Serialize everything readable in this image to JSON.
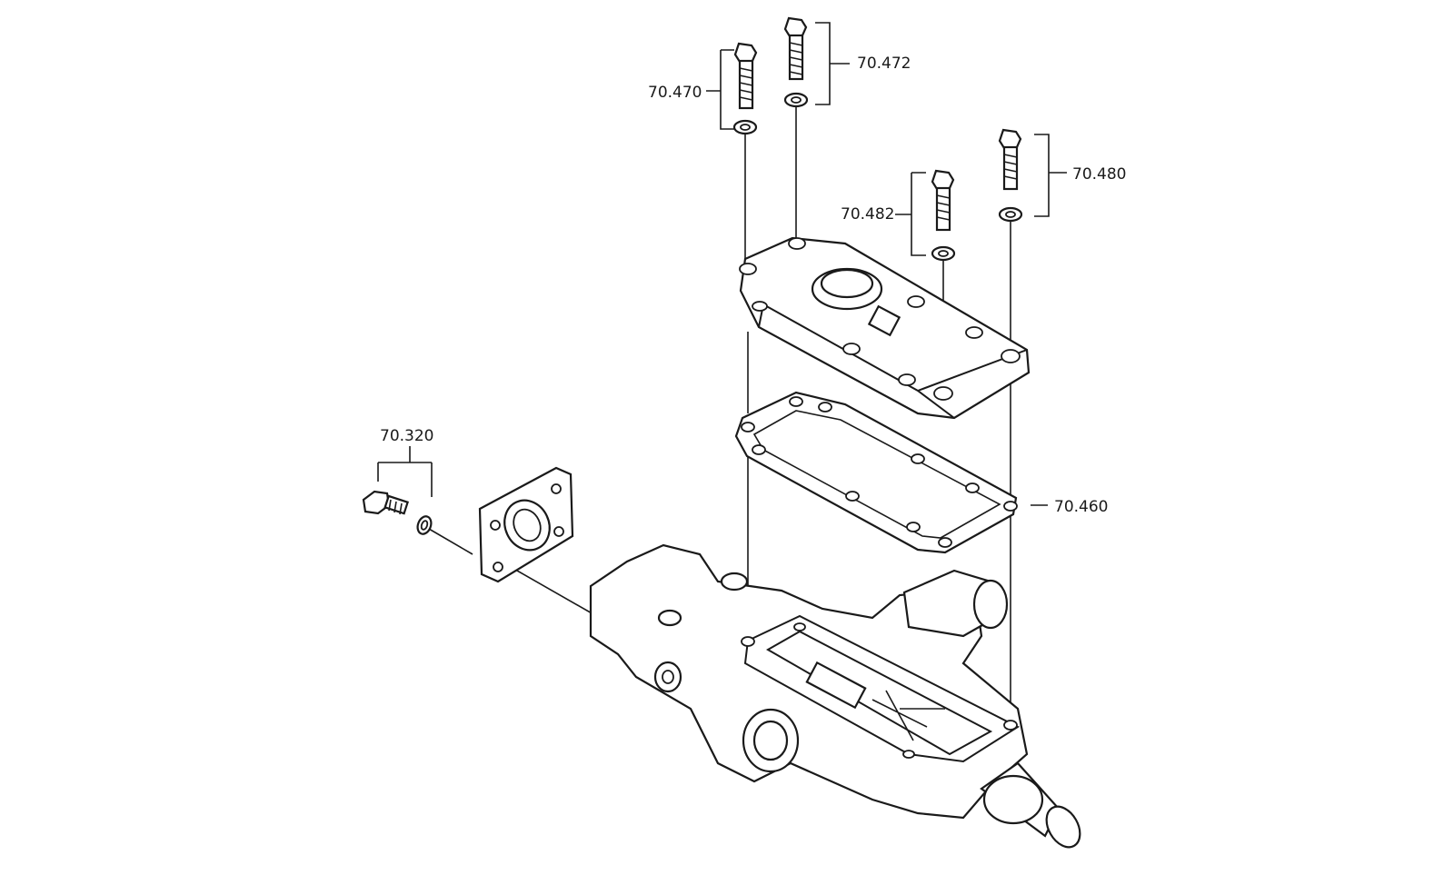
{
  "diagram": {
    "labels": {
      "p70_470": "70.470",
      "p70_472": "70.472",
      "p70_480": "70.480",
      "p70_482": "70.482",
      "p70_460": "70.460",
      "p70_320": "70.320"
    },
    "colors": {
      "line": "#1a1a1a",
      "background": "#ffffff"
    }
  }
}
